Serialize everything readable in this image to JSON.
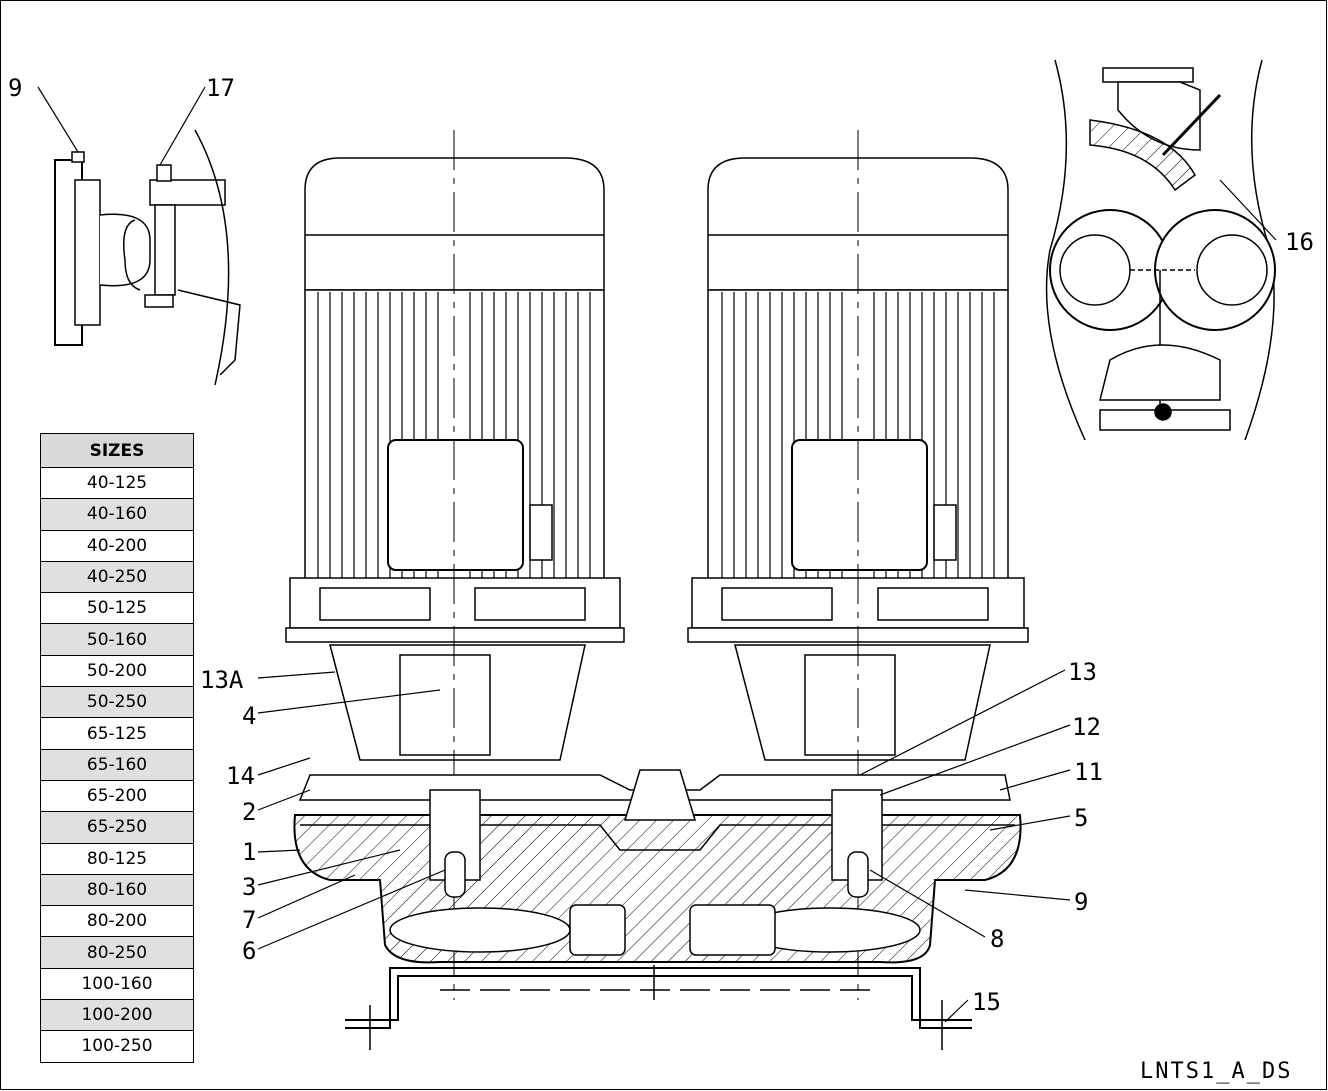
{
  "sizes_table": {
    "header": "SIZES",
    "rows": [
      "40-125",
      "40-160",
      "40-200",
      "40-250",
      "50-125",
      "50-160",
      "50-200",
      "50-250",
      "65-125",
      "65-160",
      "65-200",
      "65-250",
      "80-125",
      "80-160",
      "80-200",
      "80-250",
      "100-160",
      "100-200",
      "100-250"
    ]
  },
  "callouts": {
    "c9_top": "9",
    "c17": "17",
    "c16": "16",
    "c13A": "13A",
    "c4": "4",
    "c14": "14",
    "c2": "2",
    "c1": "1",
    "c3": "3",
    "c7": "7",
    "c6": "6",
    "c13": "13",
    "c12": "12",
    "c11": "11",
    "c5": "5",
    "c9_right": "9",
    "c8": "8",
    "c15": "15"
  },
  "drawing_code": "LNTS1_A_DS"
}
